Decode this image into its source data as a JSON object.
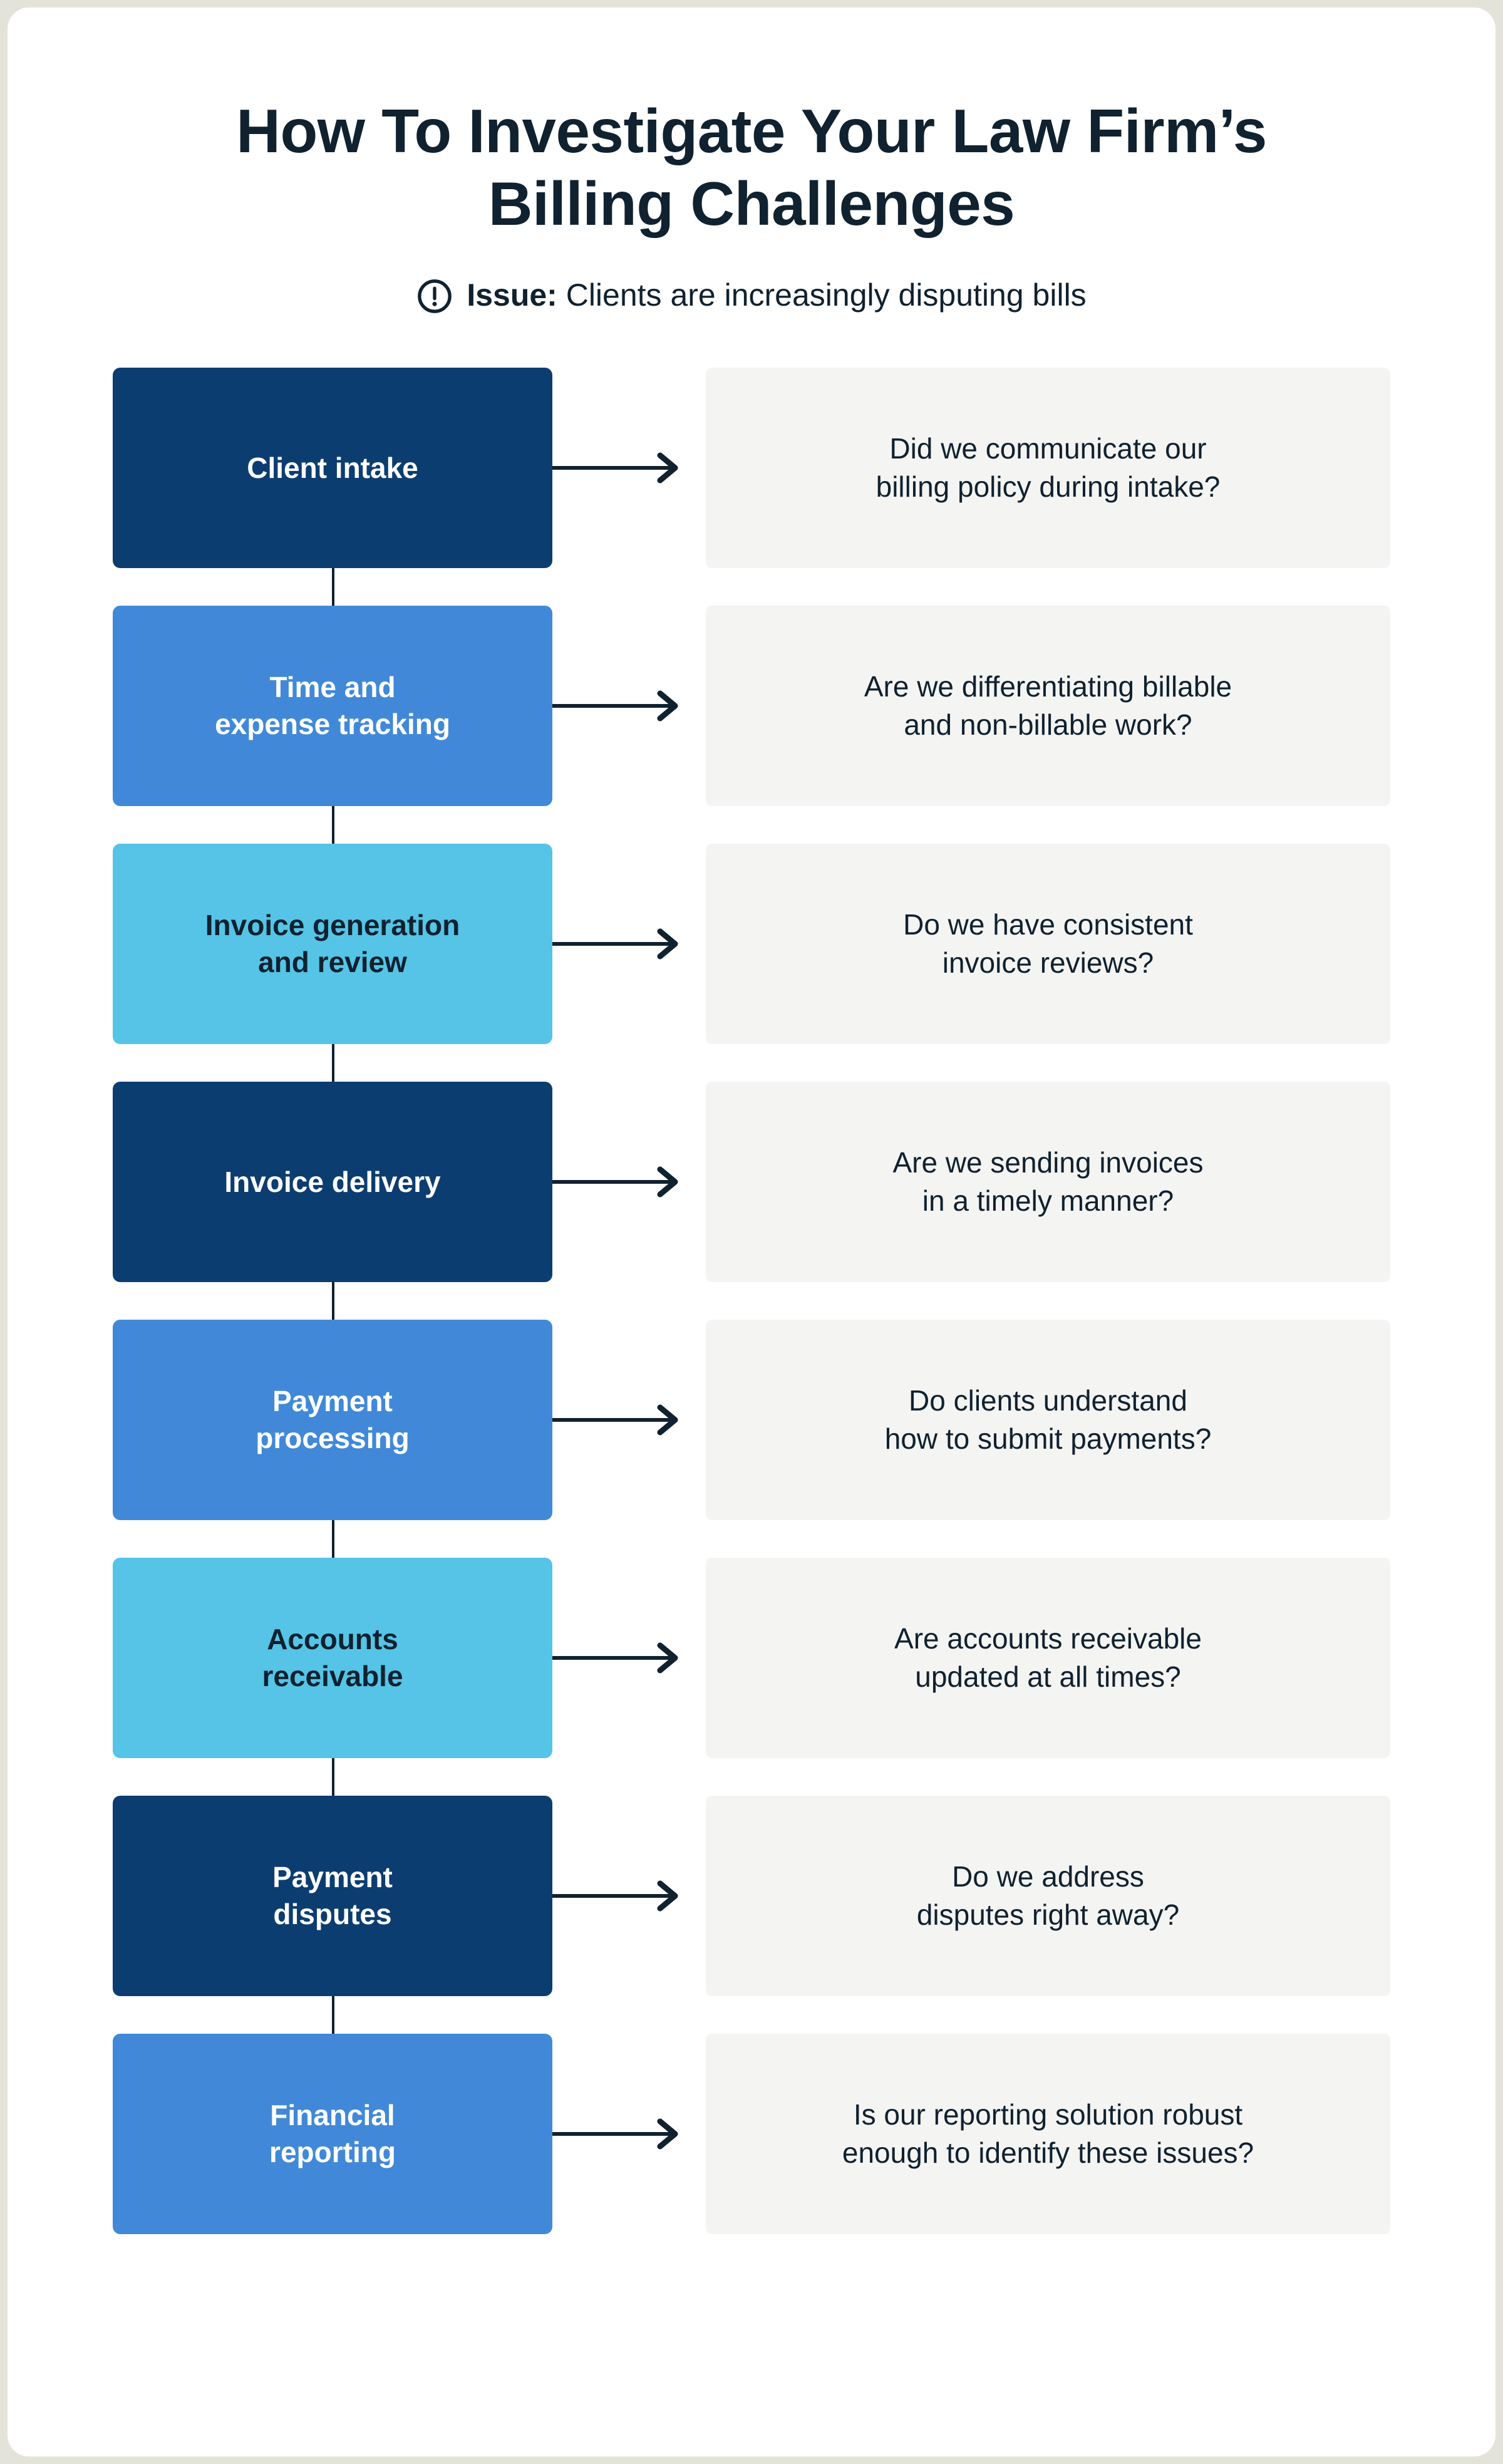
{
  "header": {
    "title": "How To Investigate Your Law\nFirm’s Billing Challenges",
    "issue_icon": "exclamation-circle-icon",
    "issue_label": "Issue:",
    "issue_text": " Clients are increasingly disputing bills"
  },
  "colors": {
    "page_background": "#E4E3DA",
    "card_background": "#FFFFFF",
    "text_dark": "#10212F",
    "navy": "#0C3D70",
    "blue": "#4189D8",
    "cyan": "#55C4E6",
    "question_background": "#F4F4F3",
    "connector": "#10212F"
  },
  "flow": {
    "arrow_icon": "arrow-right-icon",
    "connector_icon": "vertical-connector-line",
    "steps": [
      {
        "stage": "Client intake",
        "question": "Did we communicate our\nbilling policy during intake?",
        "color": "navy"
      },
      {
        "stage": "Time and\nexpense tracking",
        "question": "Are we differentiating billable\nand non-billable work?",
        "color": "blue"
      },
      {
        "stage": "Invoice generation\nand review",
        "question": "Do we have consistent\ninvoice reviews?",
        "color": "cyan"
      },
      {
        "stage": "Invoice delivery",
        "question": "Are we sending invoices\nin a timely manner?",
        "color": "navy"
      },
      {
        "stage": "Payment\nprocessing",
        "question": "Do clients understand\nhow to submit payments?",
        "color": "blue"
      },
      {
        "stage": "Accounts\nreceivable",
        "question": "Are accounts receivable\nupdated at all times?",
        "color": "cyan"
      },
      {
        "stage": "Payment\ndisputes",
        "question": "Do we address\ndisputes right away?",
        "color": "navy"
      },
      {
        "stage": "Financial\nreporting",
        "question": "Is our reporting solution robust\nenough to identify these issues?",
        "color": "blue"
      }
    ]
  }
}
